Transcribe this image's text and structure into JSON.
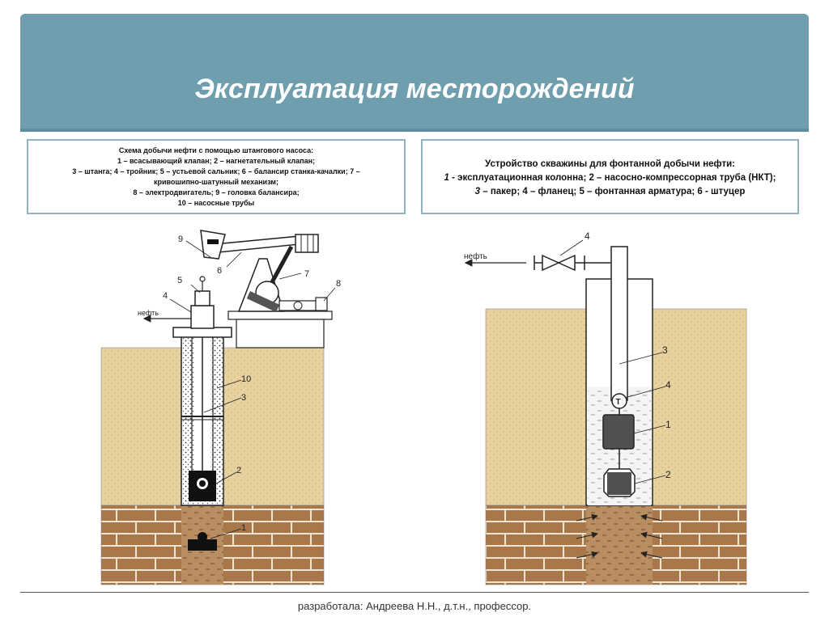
{
  "title": "Эксплуатация месторождений",
  "left_caption": {
    "line1": "Схема добычи нефти с помощью штангового насоса:",
    "line2": "1 – всасывающий клапан; 2 – нагнетательный клапан;",
    "line3": "3 – штанга; 4 – тройник; 5 – устьевой сальник; 6 – балансир станка-качалки; 7 –",
    "line4": "кривошипно-шатунный механизм;",
    "line5": "8 – электродвигатель; 9 – головка балансира;",
    "line6": "10 – насосные трубы"
  },
  "right_caption": {
    "heading": "Устройство скважины для фонтанной добычи нефти:",
    "line2_n1": "1",
    "line2_rest": " - эксплуатационная колонна; 2 – насосно-компрессорная труба (НКТ);",
    "line3_n3": "3",
    "line3_rest": " – пакер; 4 – фланец; 5 – фонтанная арматура; 6 - штуцер"
  },
  "left_diagram": {
    "oil_label": "нефть",
    "labels": [
      "9",
      "6",
      "7",
      "8",
      "5",
      "4",
      "10",
      "3",
      "2",
      "1"
    ]
  },
  "right_diagram": {
    "oil_label": "нефть",
    "labels": [
      "4",
      "3",
      "4",
      "1",
      "2"
    ],
    "flange_symbol": "Т"
  },
  "footer": "разработала: Андреева Н.Н., д.т.н., профессор.",
  "colors": {
    "header": "#6f9fae",
    "box_border": "#8fb3c0",
    "sand": "#e8d3a0",
    "brick": "#a8774a",
    "mortar": "#f0e4d0"
  }
}
